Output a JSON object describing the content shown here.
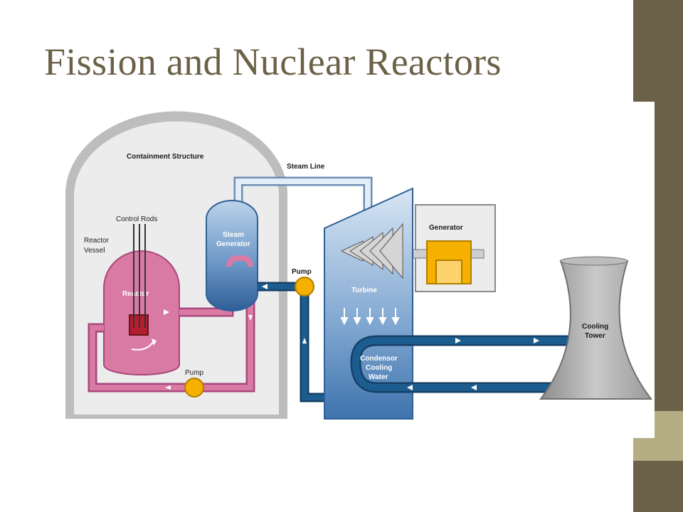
{
  "slide": {
    "title": "Fission and Nuclear Reactors"
  },
  "diagram": {
    "labels": {
      "containment": "Containment Structure",
      "steam_line": "Steam Line",
      "control_rods": "Control Rods",
      "reactor_vessel_1": "Reactor",
      "reactor_vessel_2": "Vessel",
      "reactor": "Reactor",
      "steam_gen_1": "Steam",
      "steam_gen_2": "Generator",
      "pump_upper": "Pump",
      "pump_lower": "Pump",
      "generator": "Generator",
      "turbine": "Turbine",
      "condenser_1": "Condensor",
      "condenser_2": "Cooling",
      "condenser_3": "Water",
      "cooling_tower_1": "Cooling",
      "cooling_tower_2": "Tower"
    }
  },
  "colors": {
    "title": "#6b6148",
    "sidebar": "#6b6148",
    "sidebar_accent": "#b5ad84",
    "reactor_pink": "#d97aa5",
    "loop_blue": "#1c5d8f",
    "pump_yellow": "#f5b000",
    "containment_gray": "#bdbdbd",
    "tower_gray": "#9a9a9a"
  }
}
